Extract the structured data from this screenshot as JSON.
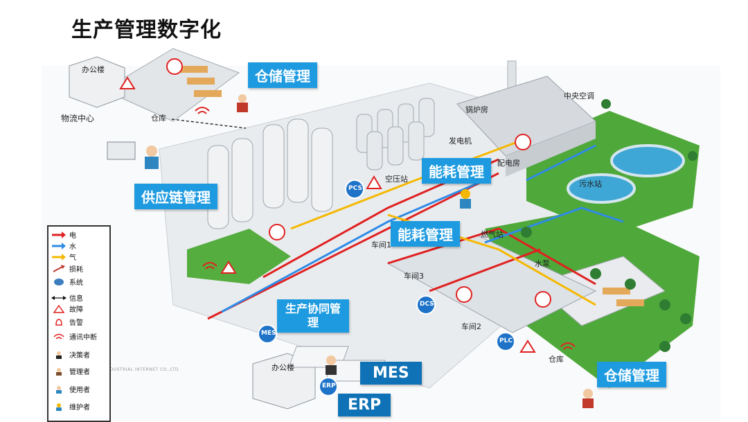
{
  "page": {
    "title": "生产管理数字化"
  },
  "callouts": {
    "warehouse_top": "仓储管理",
    "supply_chain": "供应链管理",
    "energy_top": "能耗管理",
    "energy_mid": "能耗管理",
    "production": "生产协同管理",
    "mes": "MES",
    "erp": "ERP",
    "warehouse_bottom": "仓储管理"
  },
  "places": {
    "office_top": "办公楼",
    "logistics": "物流中心",
    "warehouse_small": "仓库",
    "boiler": "锅炉房",
    "central_ac": "中央空调",
    "generator": "发电机",
    "power_room": "配电房",
    "air_pressure": "空压站",
    "sewage": "污水站",
    "workshop1": "车间1",
    "gas": "燃气站",
    "water_pump": "水泵",
    "workshop3": "车间3",
    "workshop2": "车间2",
    "warehouse_bottom_small": "仓库",
    "office_bottom": "办公楼"
  },
  "badges": {
    "pcs": "PCS",
    "dcs": "DCS",
    "plc": "PLC",
    "mes": "MES",
    "erp": "ERP"
  },
  "legend": {
    "electric": "电",
    "water": "水",
    "gas": "气",
    "loss": "损耗",
    "system": "系统",
    "info": "信息",
    "fault": "故障",
    "alarm": "告警",
    "comm": "通讯中断",
    "decision": "决策者",
    "manager": "管理者",
    "user": "使用者",
    "maintainer": "维护者"
  },
  "colors": {
    "accent": "#1e9be0",
    "electric": "#e02020",
    "water": "#2f8be6",
    "gas": "#f5b800",
    "grass": "#4fa83a"
  },
  "watermark": "(AM) (SHEJIANG) INDUSTRIAL INTERNET CO.,LTD."
}
